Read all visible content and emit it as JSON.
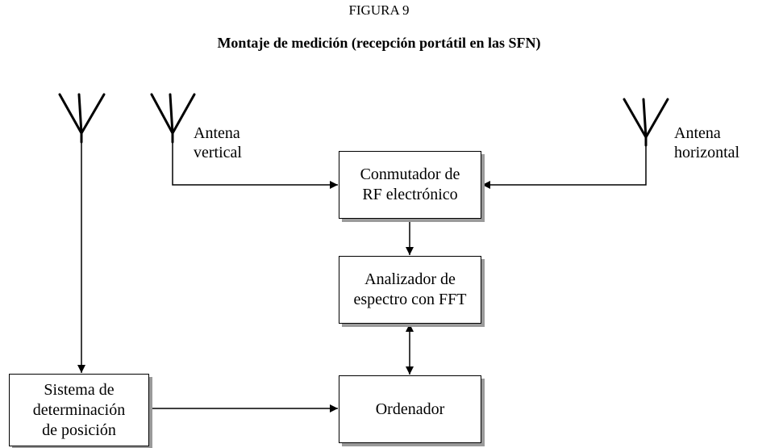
{
  "figure": {
    "label": "FIGURA 9",
    "title": "Montaje de medición (recepción portátil en las SFN)"
  },
  "antennas": {
    "vertical": "Antena\nvertical",
    "horizontal": "Antena\nhorizontal"
  },
  "blocks": {
    "switch": "Conmutador de\nRF electrónico",
    "analyzer": "Analizador de\nespectro con FFT",
    "positioning": "Sistema de\ndeterminación\nde posición",
    "computer": "Ordenador"
  }
}
